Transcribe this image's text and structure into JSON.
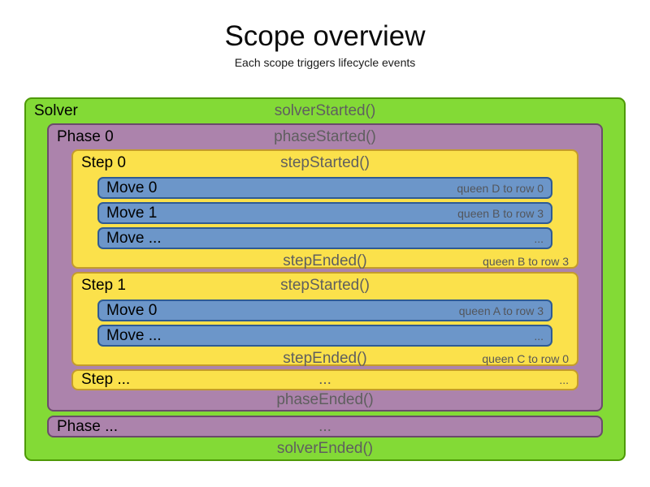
{
  "title": "Scope overview",
  "subtitle": "Each scope triggers lifecycle events",
  "colors": {
    "solver_fill": "#83DA36",
    "solver_border": "#4E9A06",
    "phase_fill": "#AC83AC",
    "phase_border": "#6B4A6B",
    "step_fill": "#FBE14B",
    "step_border": "#C49C2B",
    "move_fill": "#6C96C9",
    "move_border": "#2E5B94",
    "label_text": "#000000",
    "event_text": "#5F5F5F"
  },
  "solver": {
    "label": "Solver",
    "started_event": "solverStarted()",
    "ended_event": "solverEnded()",
    "phase0": {
      "label": "Phase 0",
      "started_event": "phaseStarted()",
      "ended_event": "phaseEnded()",
      "step0": {
        "label": "Step 0",
        "started_event": "stepStarted()",
        "ended_event": "stepEnded()",
        "ended_note": "queen B to row 3",
        "moves": [
          {
            "label": "Move 0",
            "note": "queen D to row 0"
          },
          {
            "label": "Move 1",
            "note": "queen B to row 3"
          },
          {
            "label": "Move ...",
            "note": "..."
          }
        ]
      },
      "step1": {
        "label": "Step 1",
        "started_event": "stepStarted()",
        "ended_event": "stepEnded()",
        "ended_note": "queen C to row 0",
        "moves": [
          {
            "label": "Move 0",
            "note": "queen A to row 3"
          },
          {
            "label": "Move ...",
            "note": "..."
          }
        ]
      },
      "step_more": {
        "label": "Step ...",
        "center_dots": "...",
        "right_dots": "..."
      }
    },
    "phase_more": {
      "label": "Phase ...",
      "center_dots": "..."
    }
  }
}
